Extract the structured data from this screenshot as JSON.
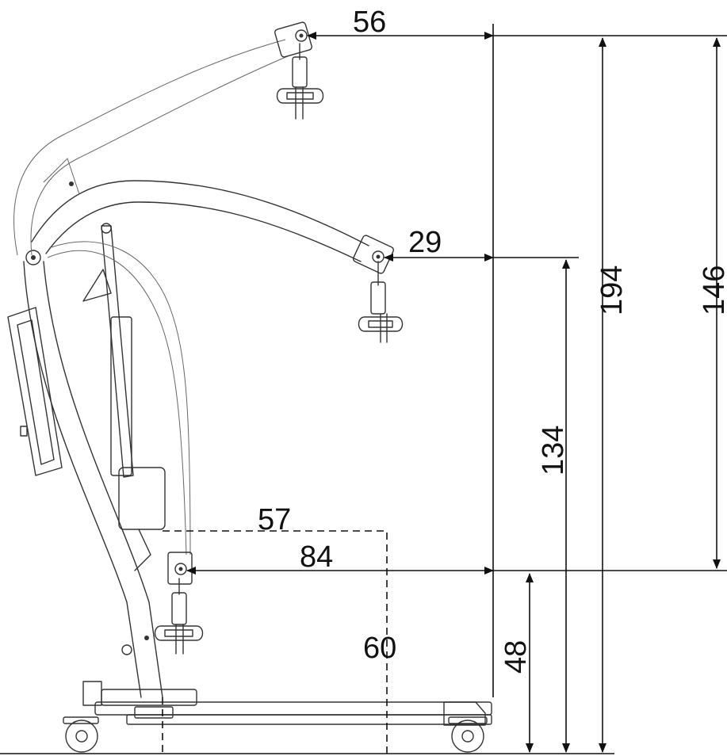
{
  "diagram": {
    "horizontal_dims": {
      "top_boom_reach": "56",
      "mid_boom_reach": "29",
      "low_boom_reach": "84",
      "base_depth": "57"
    },
    "vertical_dims": {
      "low_position_height": "48",
      "low_opening_height": "60",
      "mid_position_height": "134",
      "max_height": "194",
      "lift_range": "146"
    }
  }
}
